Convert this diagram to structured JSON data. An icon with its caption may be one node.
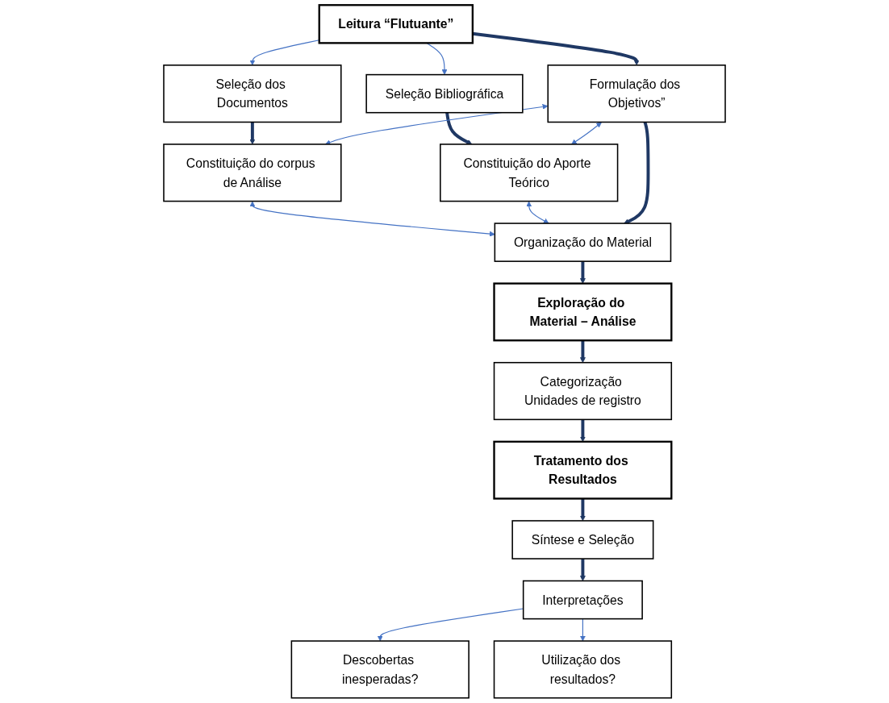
{
  "diagram": {
    "nodes": [
      {
        "text": [
          "Leitura “Flutuante”"
        ]
      },
      {
        "text": [
          "Seleção dos Documentos"
        ]
      },
      {
        "text": [
          "Seleção Bibliográfica"
        ]
      },
      {
        "text": [
          "Formulação dos Objetivos”"
        ]
      },
      {
        "text": [
          "Constituição do corpus de Análise"
        ]
      },
      {
        "text": [
          "Constituição do Aporte Teórico"
        ]
      },
      {
        "text": [
          "Organização do Material"
        ]
      },
      {
        "text": [
          "Exploração do Material – Análise"
        ]
      },
      {
        "text": [
          "Categorização Unidades de registro"
        ]
      },
      {
        "text": [
          "Tratamento dos Resultados"
        ]
      },
      {
        "text": [
          "Síntese e Seleção"
        ]
      },
      {
        "text": [
          "Interpretações"
        ]
      },
      {
        "text": [
          "Descobertas inesperadas?"
        ]
      },
      {
        "text": [
          "Utilização dos resultados?"
        ]
      }
    ],
    "edges": [
      {
        "from": 0,
        "to": 1,
        "arrow": "to",
        "color": "#4472c4"
      },
      {
        "from": 0,
        "to": 3,
        "arrow": "to"
      },
      {
        "from": 0,
        "to": 2,
        "arrow": "to",
        "color": "#4472c4"
      },
      {
        "from": 1,
        "to": 4,
        "arrow": "to"
      },
      {
        "from": 2,
        "to": 5,
        "arrow": "to"
      },
      {
        "from": 3,
        "to": 4,
        "arrow": "both",
        "color": "#4472c4"
      },
      {
        "from": 3,
        "to": 5,
        "arrow": "both",
        "color": "#4472c4"
      },
      {
        "from": 4,
        "to": 6,
        "arrow": "both",
        "color": "#4472c4"
      },
      {
        "from": 5,
        "to": 6,
        "arrow": "both",
        "color": "#4472c4"
      },
      {
        "from": 3,
        "to": 6,
        "arrow": "to"
      },
      {
        "from": 6,
        "to": 7,
        "arrow": "to"
      },
      {
        "from": 7,
        "to": 8,
        "arrow": "to"
      },
      {
        "from": 8,
        "to": 9,
        "arrow": "to"
      },
      {
        "from": 9,
        "to": 10,
        "arrow": "to"
      },
      {
        "from": 10,
        "to": 11,
        "arrow": "to"
      },
      {
        "from": 11,
        "to": 12,
        "arrow": "to",
        "color": "#4472c4"
      },
      {
        "from": 11,
        "to": 13,
        "arrow": "to",
        "color": "#4472c4"
      }
    ]
  }
}
